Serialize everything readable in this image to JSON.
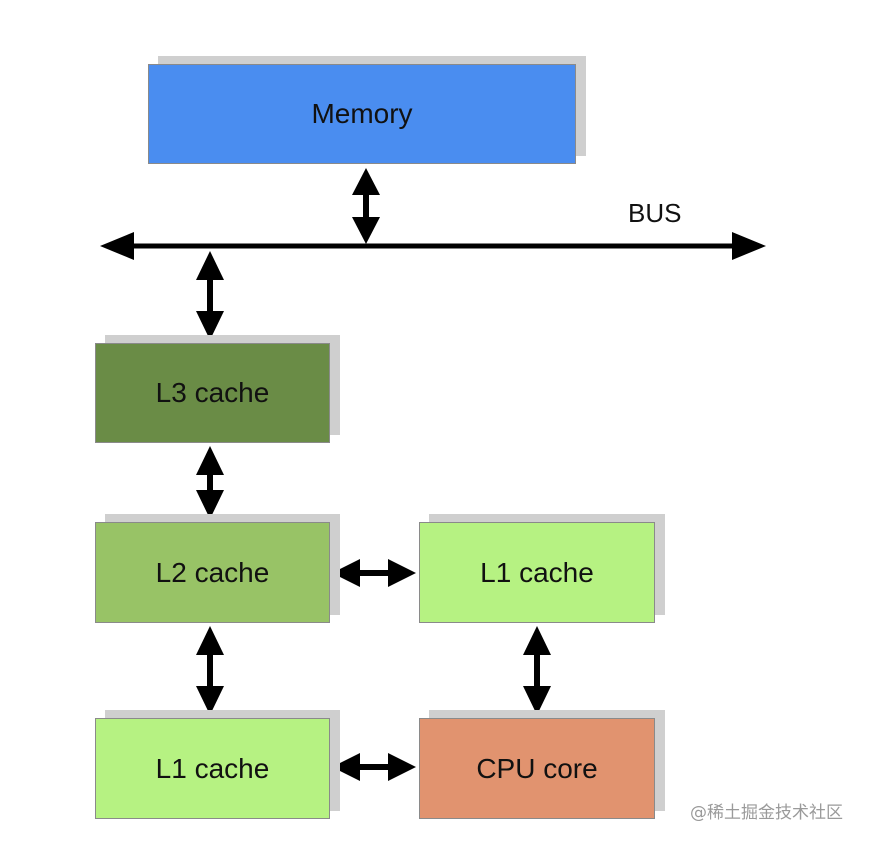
{
  "diagram": {
    "memory": {
      "label": "Memory",
      "color": "#4a8df0"
    },
    "bus": {
      "label": "BUS"
    },
    "l3": {
      "label": "L3 cache",
      "color": "#6a8c46"
    },
    "l2": {
      "label": "L2 cache",
      "color": "#98c366"
    },
    "l1_right": {
      "label": "L1 cache",
      "color": "#b6f282"
    },
    "l1_left": {
      "label": "L1 cache",
      "color": "#b6f282"
    },
    "cpu": {
      "label": "CPU core",
      "color": "#e1936f"
    }
  },
  "watermark": "@稀土掘金技术社区"
}
